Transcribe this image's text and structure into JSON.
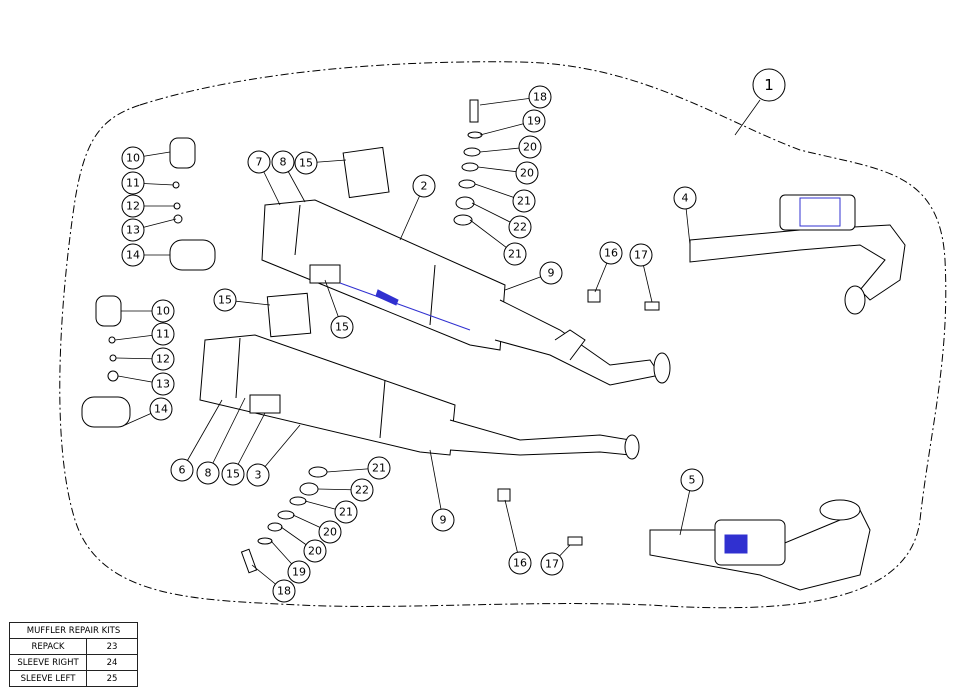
{
  "diagram": {
    "assembly_callout": "1",
    "callouts": [
      "10",
      "11",
      "12",
      "13",
      "14",
      "7",
      "8",
      "15",
      "2",
      "18",
      "19",
      "20",
      "20",
      "21",
      "22",
      "21",
      "9",
      "16",
      "17",
      "4",
      "15",
      "15",
      "10",
      "11",
      "12",
      "13",
      "14",
      "6",
      "8",
      "15",
      "3",
      "21",
      "22",
      "21",
      "20",
      "20",
      "19",
      "18",
      "9",
      "5",
      "16",
      "17"
    ]
  },
  "repair_kits": {
    "title": "MUFFLER REPAIR KITS",
    "rows": [
      {
        "name": "REPACK",
        "ref": "23"
      },
      {
        "name": "SLEEVE RIGHT",
        "ref": "24"
      },
      {
        "name": "SLEEVE LEFT",
        "ref": "25"
      }
    ]
  }
}
